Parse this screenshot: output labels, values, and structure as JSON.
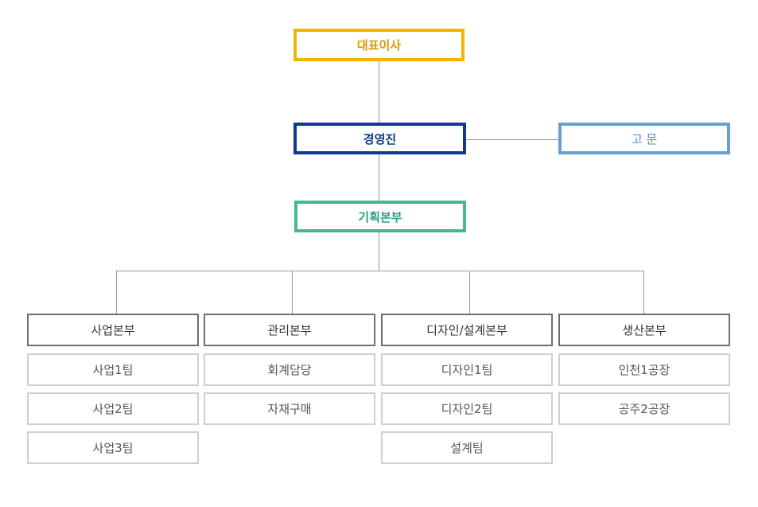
{
  "colors": {
    "ceo": "#F2B400",
    "management": "#0F3A8C",
    "advisor": "#6A9FD3",
    "planning": "#46B598",
    "division_border": "#6E6E6E",
    "team_border": "#CFCFCF",
    "connector": "#9A9A9A"
  },
  "org": {
    "ceo": "대표이사",
    "management": "경영진",
    "advisor": "고 문",
    "planning": "기획본부",
    "divisions": [
      {
        "name": "사업본부",
        "teams": [
          "사업1팀",
          "사업2팀",
          "사업3팀"
        ]
      },
      {
        "name": "관리본부",
        "teams": [
          "회계담당",
          "자재구매"
        ]
      },
      {
        "name": "디자인/설계본부",
        "teams": [
          "디자인1팀",
          "디자인2팀",
          "설계팀"
        ]
      },
      {
        "name": "생산본부",
        "teams": [
          "인천1공장",
          "공주2공장"
        ]
      }
    ]
  }
}
